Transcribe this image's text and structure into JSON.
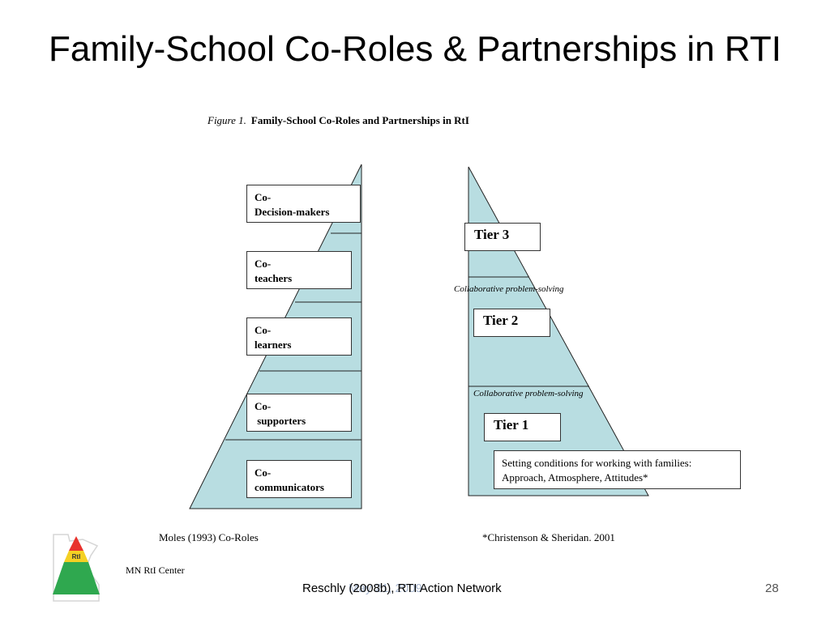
{
  "slide": {
    "title": "Family-School Co-Roles & Partnerships in RTI",
    "page_number": "28"
  },
  "figure": {
    "number": "Figure 1.",
    "title": "Family-School Co-Roles and Partnerships in RtI"
  },
  "left_pyramid": {
    "fill_color": "#b8dde1",
    "roles": [
      {
        "line1": "Co-",
        "line2": "Decision-makers"
      },
      {
        "line1": "Co-",
        "line2": "teachers"
      },
      {
        "line1": "Co-",
        "line2": "learners"
      },
      {
        "line1": "Co-",
        "line2": " supporters"
      },
      {
        "line1": "Co-",
        "line2": "communicators"
      }
    ],
    "source": "Moles (1993) Co-Roles"
  },
  "right_pyramid": {
    "fill_color": "#b8dde1",
    "tiers": [
      "Tier 3",
      "Tier 2",
      "Tier 1"
    ],
    "dividers": [
      "Collaborative problem-solving",
      "Collaborative problem-solving"
    ],
    "setting": {
      "line1": "Setting conditions for working with families:",
      "line2": "Approach, Atmosphere, Attitudes*"
    },
    "source": "*Christenson & Sheridan. 2001"
  },
  "logo": {
    "label": "RtI",
    "org": "MN RtI Center",
    "colors": {
      "red": "#e8322c",
      "yellow": "#f4d023",
      "green": "#2fa84f"
    }
  },
  "footer": {
    "citation": "Reschly (2008b), RTI Action Network",
    "ghost_date": "May 21, 2009"
  }
}
